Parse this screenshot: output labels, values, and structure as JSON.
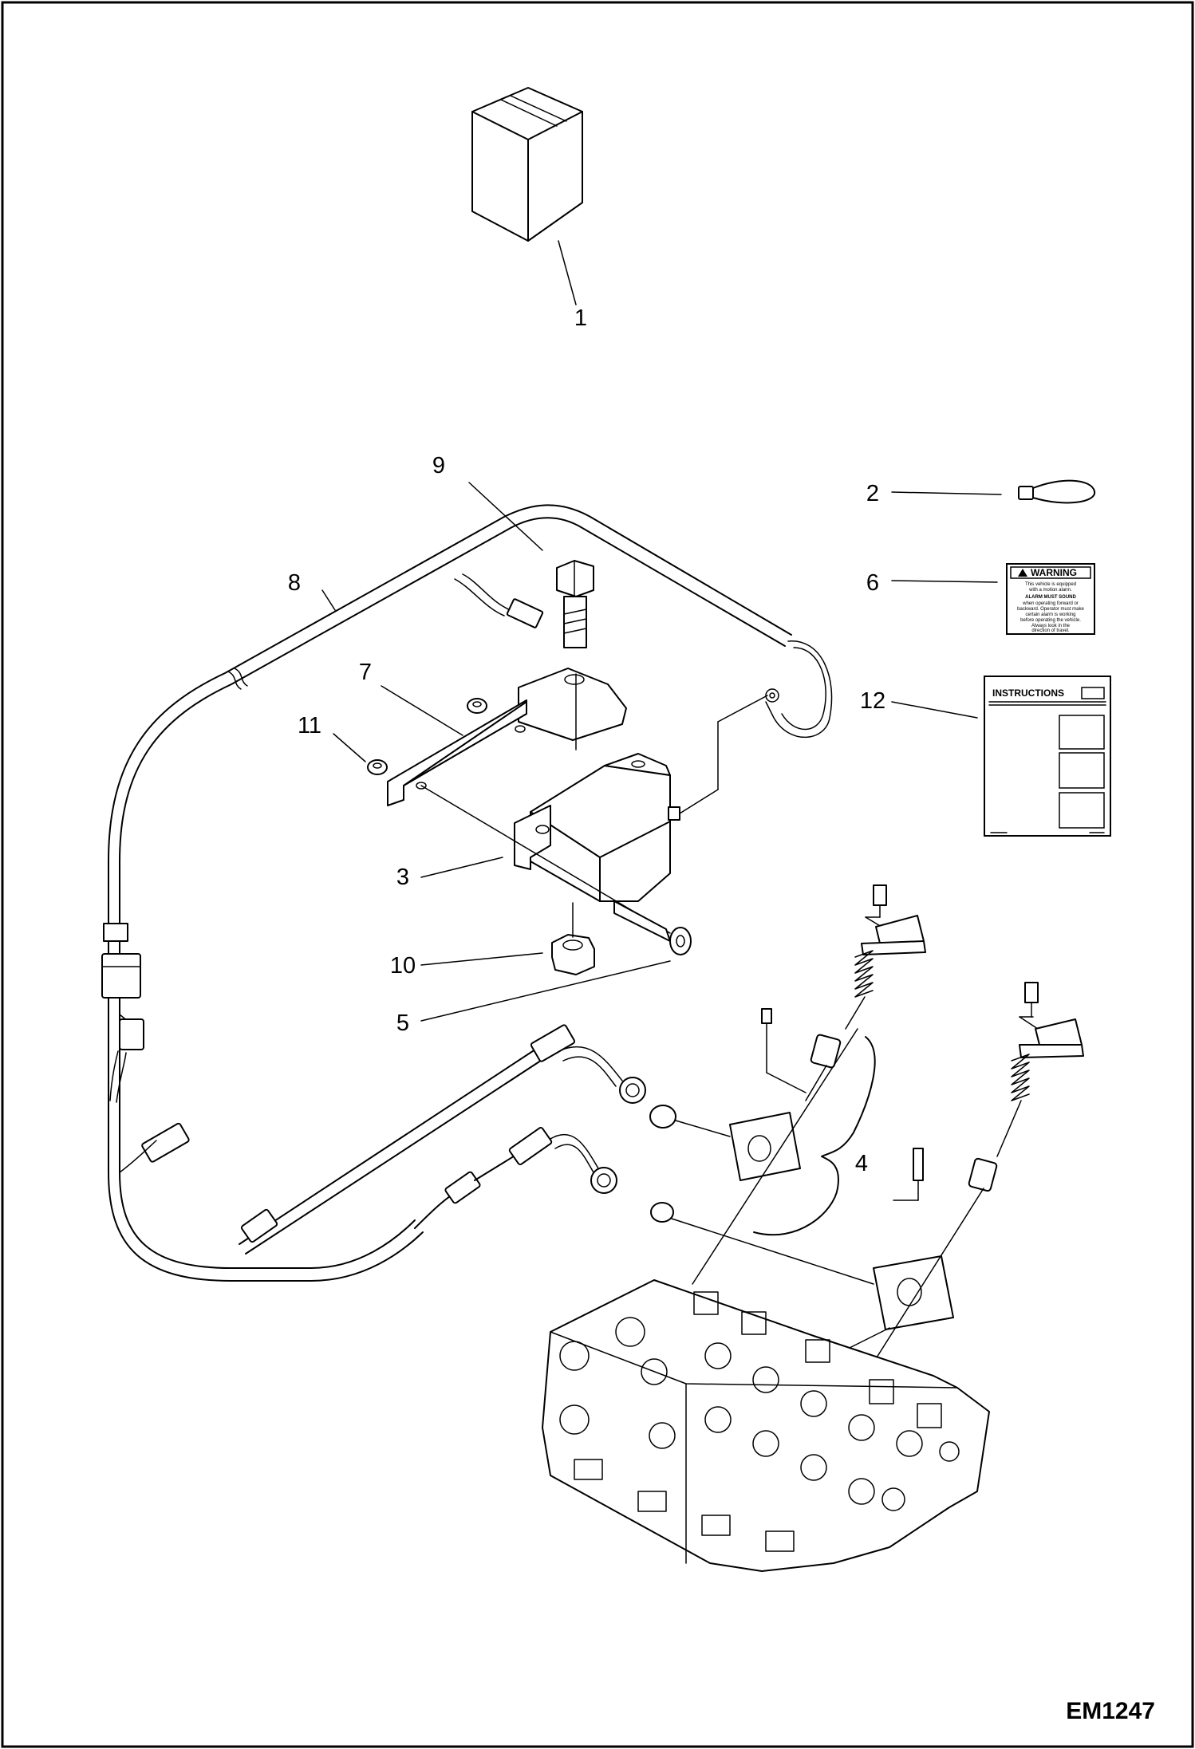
{
  "figure": {
    "id_label": "EM1247"
  },
  "callouts": [
    {
      "key": "box",
      "label": "1"
    },
    {
      "key": "cable-tie",
      "label": "2"
    },
    {
      "key": "alarm",
      "label": "3"
    },
    {
      "key": "switch-kit",
      "label": "4"
    },
    {
      "key": "bolt-5",
      "label": "5"
    },
    {
      "key": "decal",
      "label": "6"
    },
    {
      "key": "bracket",
      "label": "7"
    },
    {
      "key": "harness",
      "label": "8"
    },
    {
      "key": "bolt-9",
      "label": "9"
    },
    {
      "key": "nut-10",
      "label": "10"
    },
    {
      "key": "nut-11",
      "label": "11"
    },
    {
      "key": "instructions",
      "label": "12"
    }
  ],
  "decals": {
    "warning_title": "WARNING",
    "warning_heading": "ALARM MUST SOUND",
    "warning_lines": [
      "This vehicle is equipped",
      "with a motion alarm.",
      "when operating forward or",
      "backward. Operator must make",
      "certain alarm is working",
      "before operating the vehicle.",
      "Always look in the",
      "direction of travel."
    ],
    "instructions_title": "INSTRUCTIONS"
  }
}
